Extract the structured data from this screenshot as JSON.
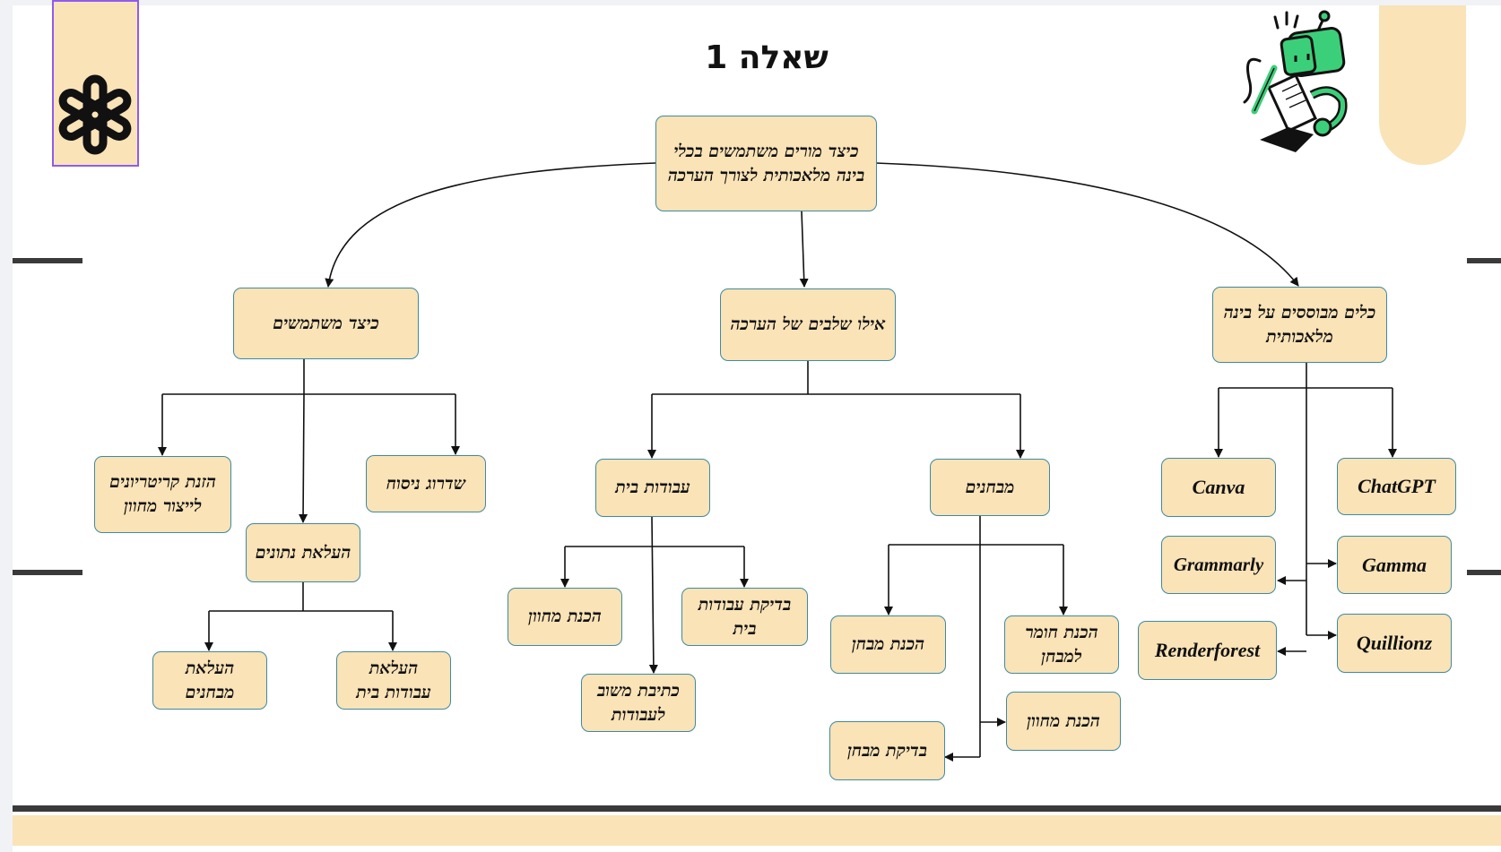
{
  "title": "שאלה 1",
  "colors": {
    "node_fill": "#f9e3b7",
    "node_border": "#3f8aa0",
    "accent_band": "#f9e3b7",
    "rule": "#3a3a3a",
    "logo_selection": "#8e5bf0",
    "robot_green": "#3ccf7a"
  },
  "icons": {
    "logo": "openai-logo-icon",
    "illustration": "robot-writing-icon"
  },
  "nodes": {
    "root": "כיצד מורים משתמשים בכלי בינה מלאכותית לצורך הערכה",
    "how_used": "כיצד משתמשים",
    "stages": "אילו שלבים של הערכה",
    "tools": "כלים מבוססים על בינה מלאכותית",
    "criteria": "הזנת קריטריונים לייצור מחוון",
    "phrasing": "שדרוג ניסוח",
    "upload_data": "העלאת נתונים",
    "upload_exams": "העלאת מבחנים",
    "upload_homework": "העלאת עבודות בית",
    "homework": "עבודות בית",
    "exams": "מבחנים",
    "hw_rubric": "הכנת מחוון",
    "hw_check": "בדיקת עבודות בית",
    "hw_feedback": "כתיבת משוב לעבודות",
    "exam_prep": "הכנת מבחן",
    "exam_material": "הכנת חומר למבחן",
    "exam_rubric": "הכנת מחוון",
    "exam_check": "בדיקת מבחן",
    "chatgpt": "ChatGPT",
    "canva": "Canva",
    "gamma": "Gamma",
    "grammarly": "Grammarly",
    "quillionz": "Quillionz",
    "renderforest": "Renderforest"
  }
}
